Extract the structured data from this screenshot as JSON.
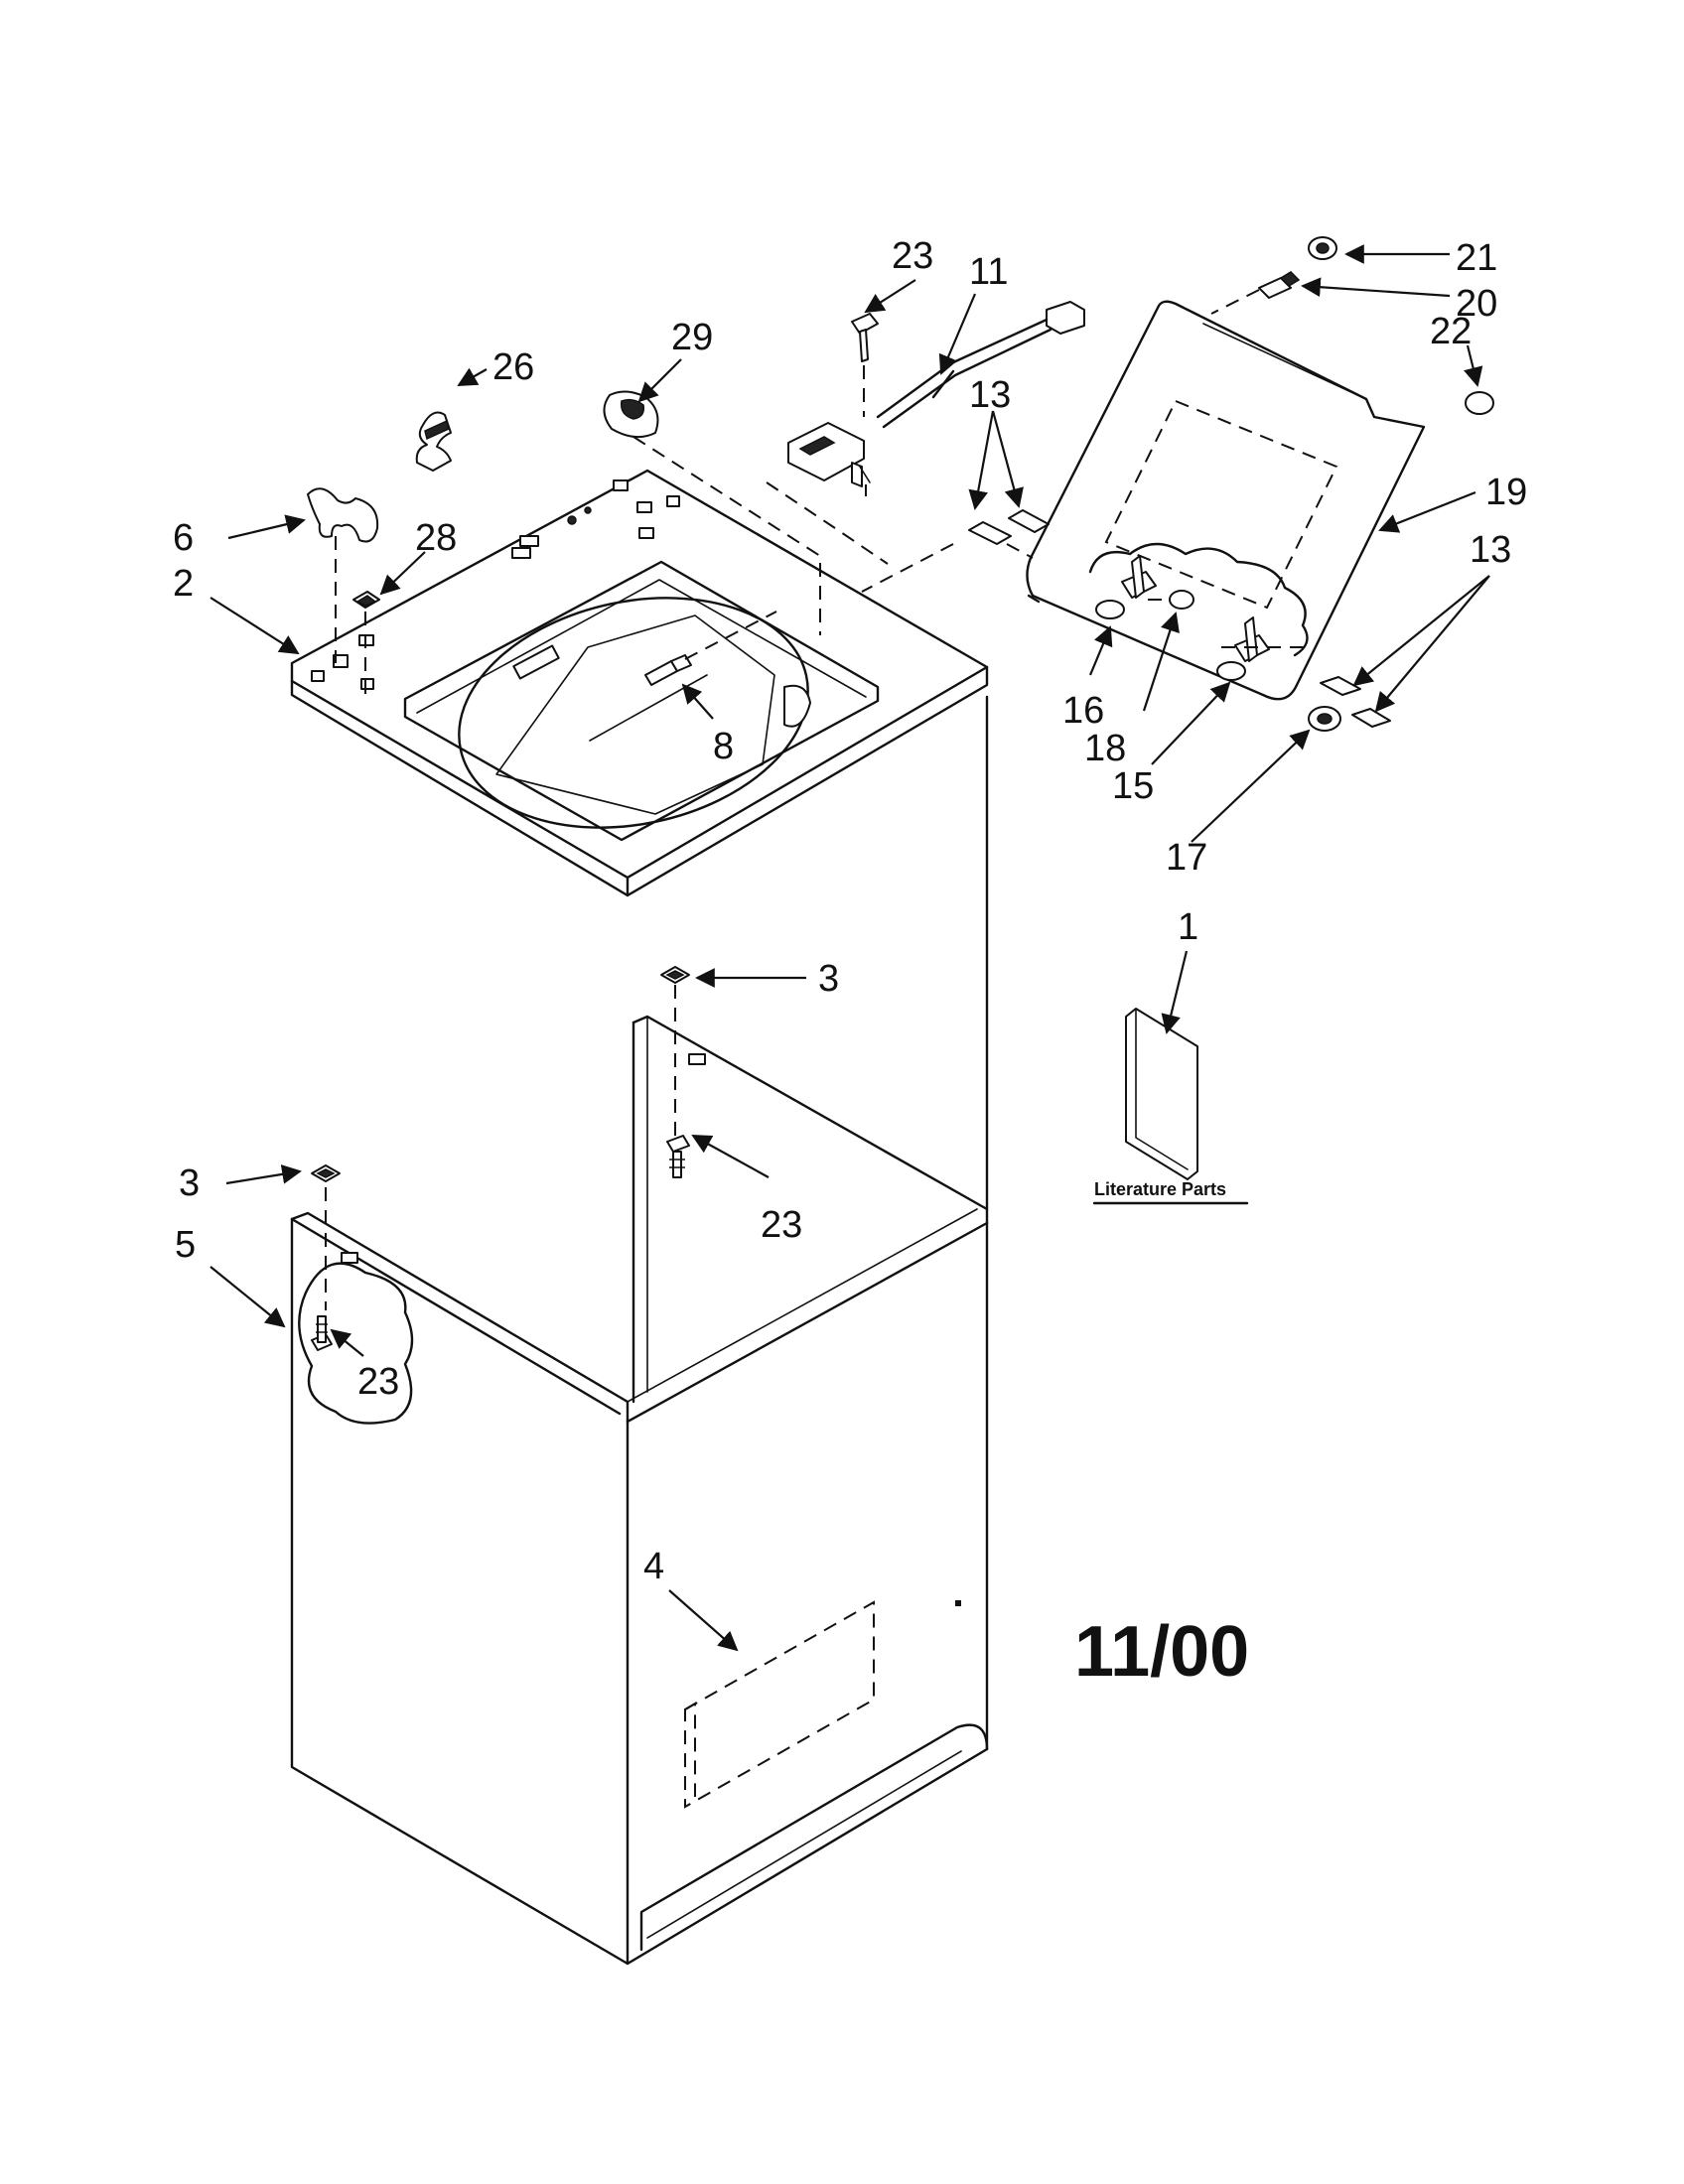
{
  "callouts": {
    "c1": "1",
    "c2": "2",
    "c3a": "3",
    "c3b": "3",
    "c4": "4",
    "c5": "5",
    "c6": "6",
    "c8": "8",
    "c11": "11",
    "c13a": "13",
    "c13b": "13",
    "c15": "15",
    "c16": "16",
    "c17": "17",
    "c18": "18",
    "c19": "19",
    "c20": "20",
    "c21": "21",
    "c22": "22",
    "c23a": "23",
    "c23b": "23",
    "c23c": "23",
    "c26": "26",
    "c28": "28",
    "c29": "29"
  },
  "literature_label": "Literature Parts",
  "revision_date": "11/00"
}
